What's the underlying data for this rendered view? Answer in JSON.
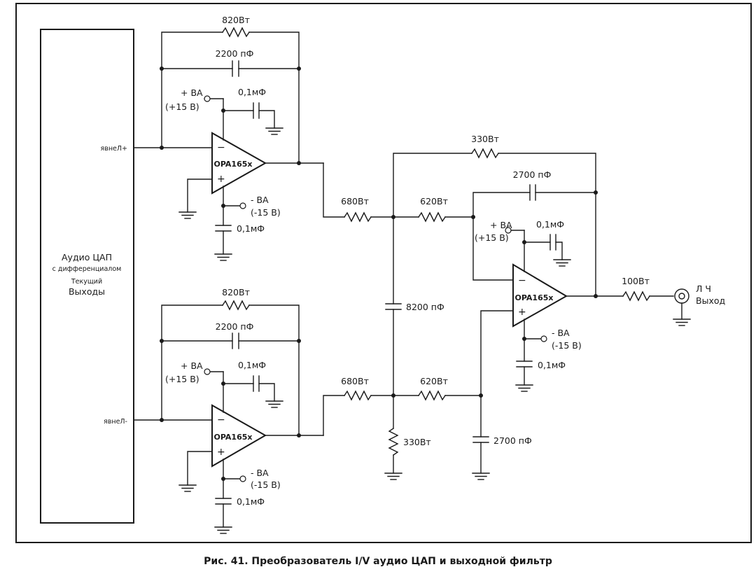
{
  "dac": {
    "line1": "Аудио ЦАП",
    "line2": "с дифференциалом",
    "line3": "Текущий",
    "line4": "Выходы",
    "pin_pos": "явнеЛ+",
    "pin_neg": "явнеЛ-"
  },
  "stage_top": {
    "r_fb": "820Вт",
    "c_fb": "2200 пФ",
    "supply_pos": "+ ВA",
    "supply_pos_v": "(+15 В)",
    "supply_neg": "- ВA",
    "supply_neg_v": "(-15 В)",
    "c_dec_pos": "0,1мФ",
    "c_dec_neg": "0,1мФ",
    "amp": "OPA165x",
    "minus": "−",
    "plus": "+"
  },
  "stage_bottom": {
    "r_fb": "820Вт",
    "c_fb": "2200 пФ",
    "supply_pos": "+ ВA",
    "supply_pos_v": "(+15 В)",
    "supply_neg": "- ВA",
    "supply_neg_v": "(-15 В)",
    "c_dec_pos": "0,1мФ",
    "c_dec_neg": "0,1мФ",
    "amp": "OPA165x",
    "minus": "−",
    "plus": "+"
  },
  "filter": {
    "r_in_top": "680Вт",
    "r_in_bottom": "680Вт",
    "r_mid_top": "620Вт",
    "r_mid_bottom": "620Вт",
    "r_fb": "330Вт",
    "c_fb": "2700 пФ",
    "c_mid": "8200 пФ",
    "r_shunt": "330Вт",
    "c_shunt": "2700 пФ",
    "r_out": "100Вт",
    "supply_pos": "+ ВA",
    "supply_pos_v": "(+15 В)",
    "supply_neg": "- ВA",
    "supply_neg_v": "(-15 В)",
    "c_dec_pos": "0,1мФ",
    "c_dec_neg": "0,1мФ",
    "amp": "OPA165x",
    "minus": "−",
    "plus": "+",
    "out_line1": "Л Ч",
    "out_line2": "Выход"
  },
  "caption": "Рис. 41. Преобразователь I/V аудио ЦАП и выходной фильтр"
}
